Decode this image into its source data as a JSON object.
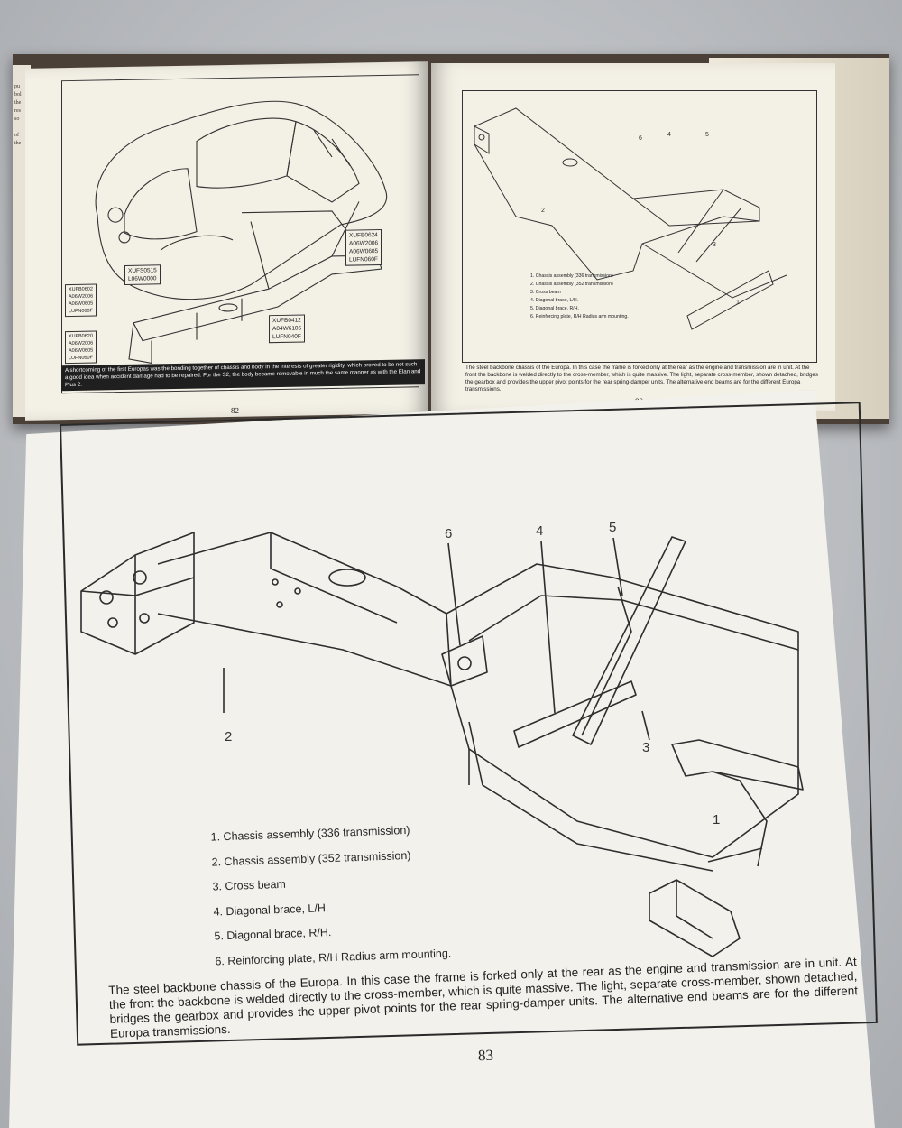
{
  "left_page": {
    "caption": "A shortcoming of the first Europas was the bonding together of chassis and body in the interests of greater rigidity, which proved to be not such a good idea when accident damage had to be repaired. For the S2, the body became removable in much the same manner as with the Elan and Plus 2.",
    "page_number": "82",
    "code_groups": [
      {
        "codes": [
          "XUFB0624",
          "A06W2006",
          "A06W0605",
          "LUFN060F"
        ]
      },
      {
        "codes": [
          "XUFS0515",
          "L06W0000"
        ]
      },
      {
        "codes": [
          "XUFB0602",
          "A06W2006",
          "A06W0605",
          "LUFN060F"
        ]
      },
      {
        "codes": [
          "XUFB0412",
          "A04W6106",
          "LUFN040F"
        ]
      },
      {
        "codes": [
          "XUFB0620",
          "A06W2006",
          "A06W0605",
          "LUFN060F"
        ]
      }
    ]
  },
  "right_page": {
    "caption": "The steel backbone chassis of the Europa. In this case the frame is forked only at the rear as the engine and transmission are in unit. At the front the backbone is welded directly to the cross-member, which is quite massive. The light, separate cross-member, shown detached, bridges the gearbox and provides the upper pivot points for the rear spring-damper units. The alternative end beams are for the different Europa transmissions.",
    "page_number": "83",
    "parts": [
      "1. Chassis assembly (336 transmission)",
      "2. Chassis assembly (352 transmission)",
      "3. Cross beam",
      "4. Diagonal brace, L/H.",
      "5. Diagonal brace, R/H.",
      "6. Reinforcing plate, R/H Radius arm mounting."
    ]
  },
  "callouts": [
    "1",
    "2",
    "3",
    "4",
    "5",
    "6"
  ],
  "stub_text": [
    "pu",
    "bol",
    "the",
    "res",
    "so",
    "of",
    "the"
  ]
}
